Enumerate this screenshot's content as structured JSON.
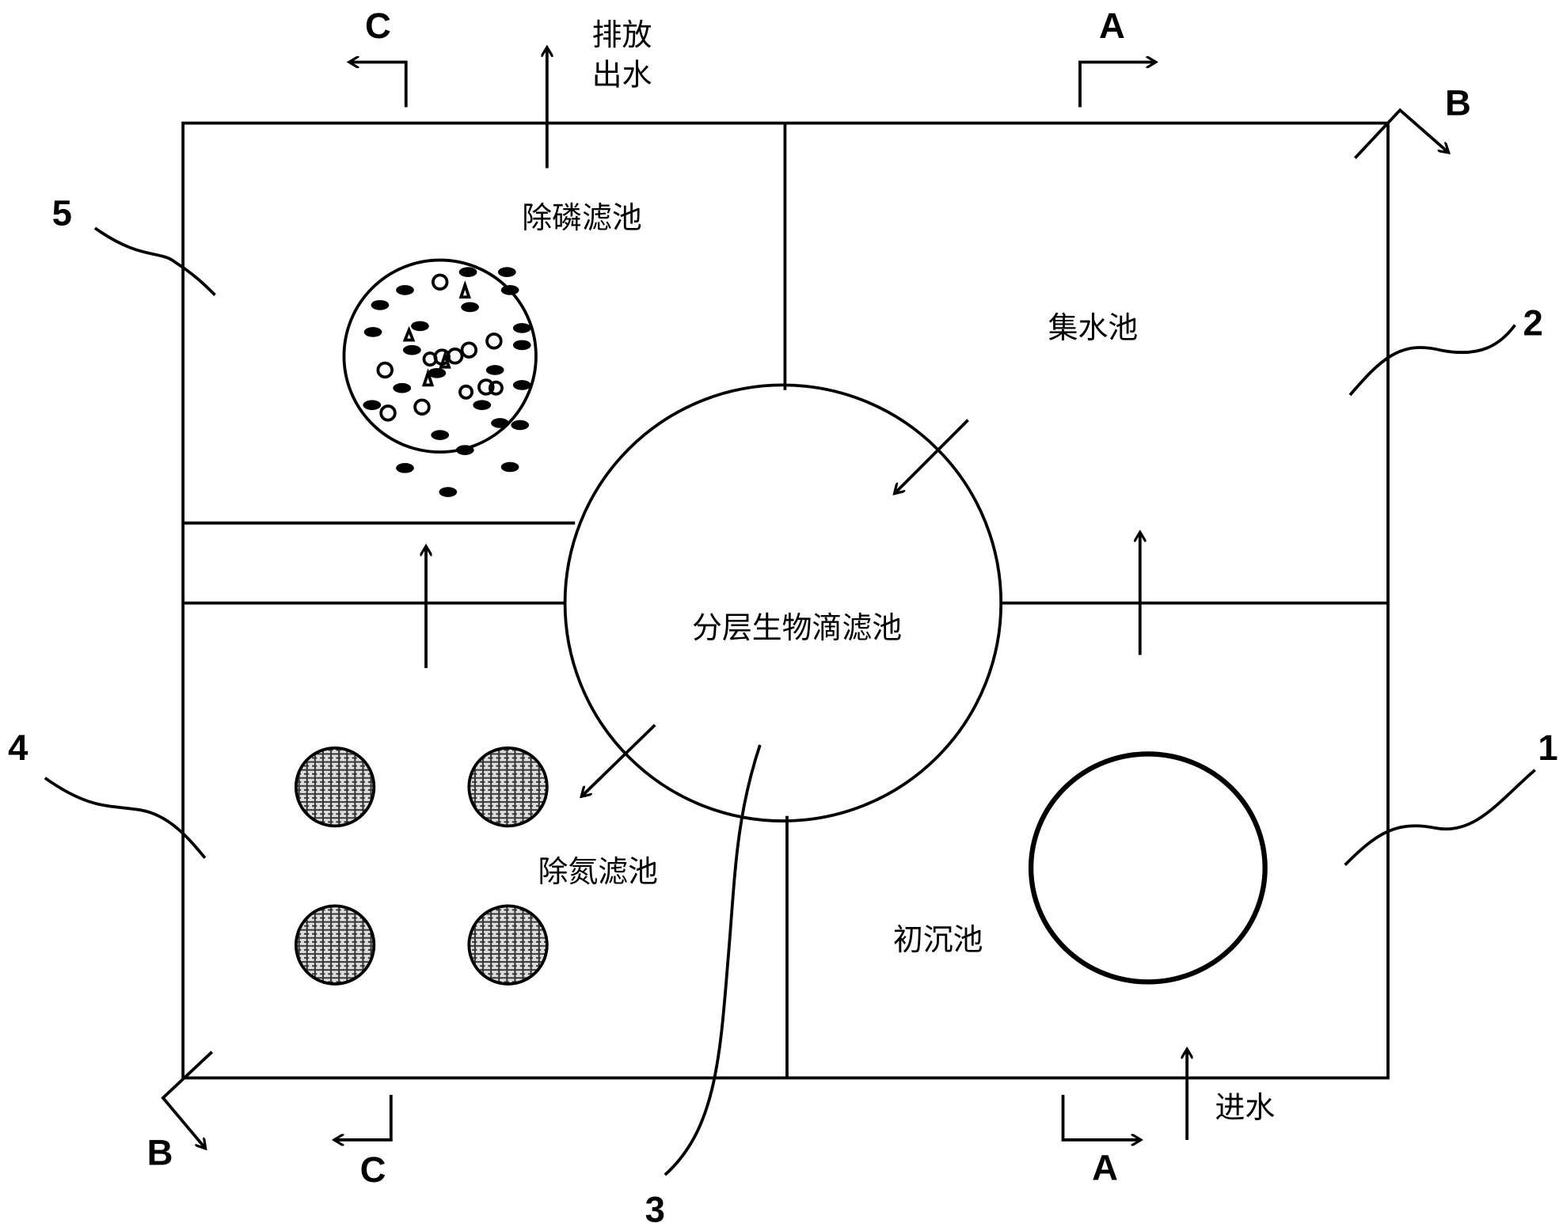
{
  "labels": {
    "phosphorus_filter": "除磷滤池",
    "collection_tank": "集水池",
    "layered_trickling_filter": "分层生物滴滤池",
    "nitrogen_filter": "除氮滤池",
    "primary_sedimentation": "初沉池",
    "discharge_line1": "排放",
    "discharge_line2": "出水",
    "inlet": "进水"
  },
  "numbers": {
    "n1": "1",
    "n2": "2",
    "n3": "3",
    "n4": "4",
    "n5": "5"
  },
  "sections": {
    "a_top": "A",
    "a_bottom": "A",
    "b_top": "B",
    "b_bottom": "B",
    "c_top": "C",
    "c_bottom": "C"
  }
}
